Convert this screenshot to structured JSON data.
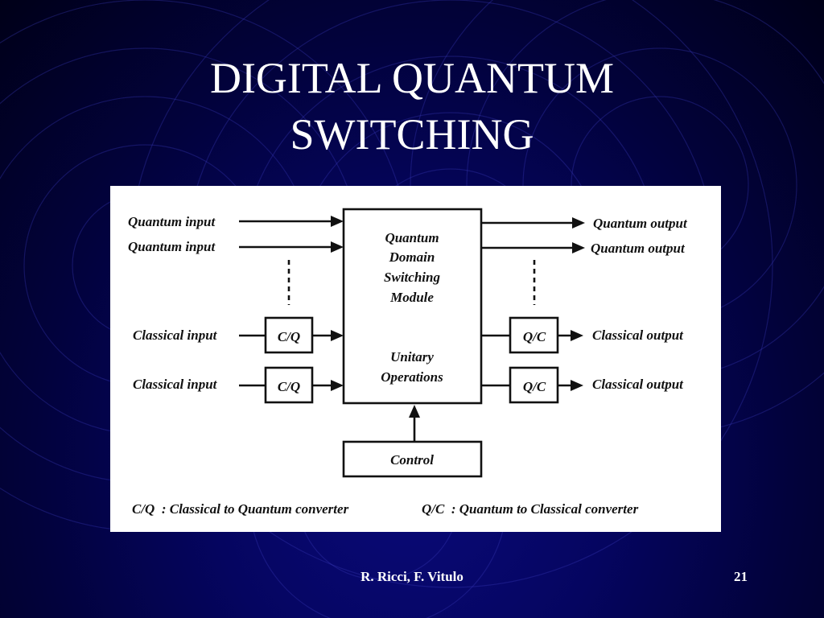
{
  "slide": {
    "title_lines": [
      "DIGITAL QUANTUM",
      "SWITCHING"
    ],
    "footer_author": "R. Ricci, F. Vitulo",
    "page_number": "21",
    "colors": {
      "background": "#02023c",
      "title_text": "#ffffff",
      "figure_background": "#ffffff",
      "diagram_ink": "#111111"
    }
  },
  "diagram": {
    "inputs": {
      "quantum": [
        "Quantum input",
        "Quantum input"
      ],
      "classical": [
        "Classical input",
        "Classical input"
      ]
    },
    "outputs": {
      "quantum": [
        "Quantum output",
        "Quantum output"
      ],
      "classical": [
        "Classical output",
        "Classical output"
      ]
    },
    "converters": {
      "input": [
        "C/Q",
        "C/Q"
      ],
      "output": [
        "Q/C",
        "Q/C"
      ]
    },
    "module": {
      "lines": [
        "Quantum",
        "Domain",
        "Switching",
        "Module"
      ],
      "operations_lines": [
        "Unitary",
        "Operations"
      ]
    },
    "control_label": "Control",
    "legend": {
      "cq": "C/Q  : Classical to Quantum converter",
      "qc": "Q/C  : Quantum to Classical converter"
    }
  }
}
